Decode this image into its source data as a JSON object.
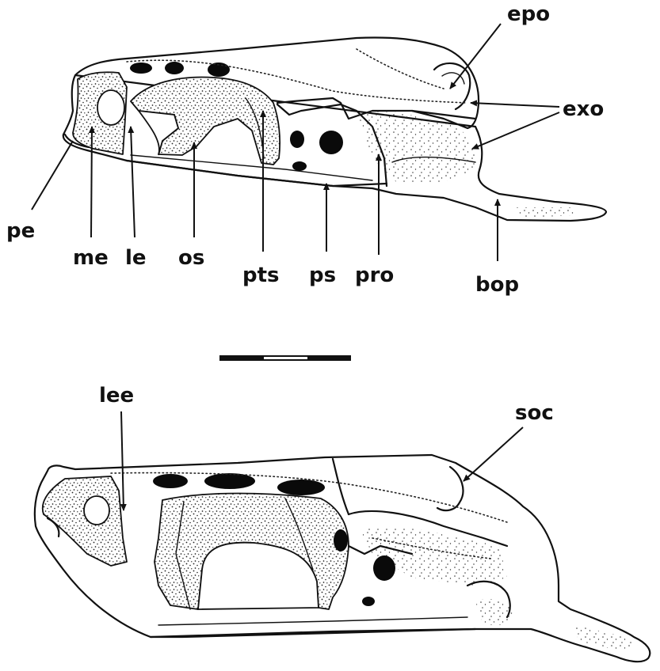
{
  "labels": {
    "epo": "epo",
    "exo": "exo",
    "pe": "pe",
    "me": "me",
    "le": "le",
    "os": "os",
    "pts": "pts",
    "ps": "ps",
    "pro": "pro",
    "bop": "bop",
    "lee": "lee",
    "soc": "soc"
  },
  "colors": {
    "ink": "#111111",
    "paper": "#ffffff"
  },
  "icons": {
    "scale_bar": "scale-bar"
  }
}
